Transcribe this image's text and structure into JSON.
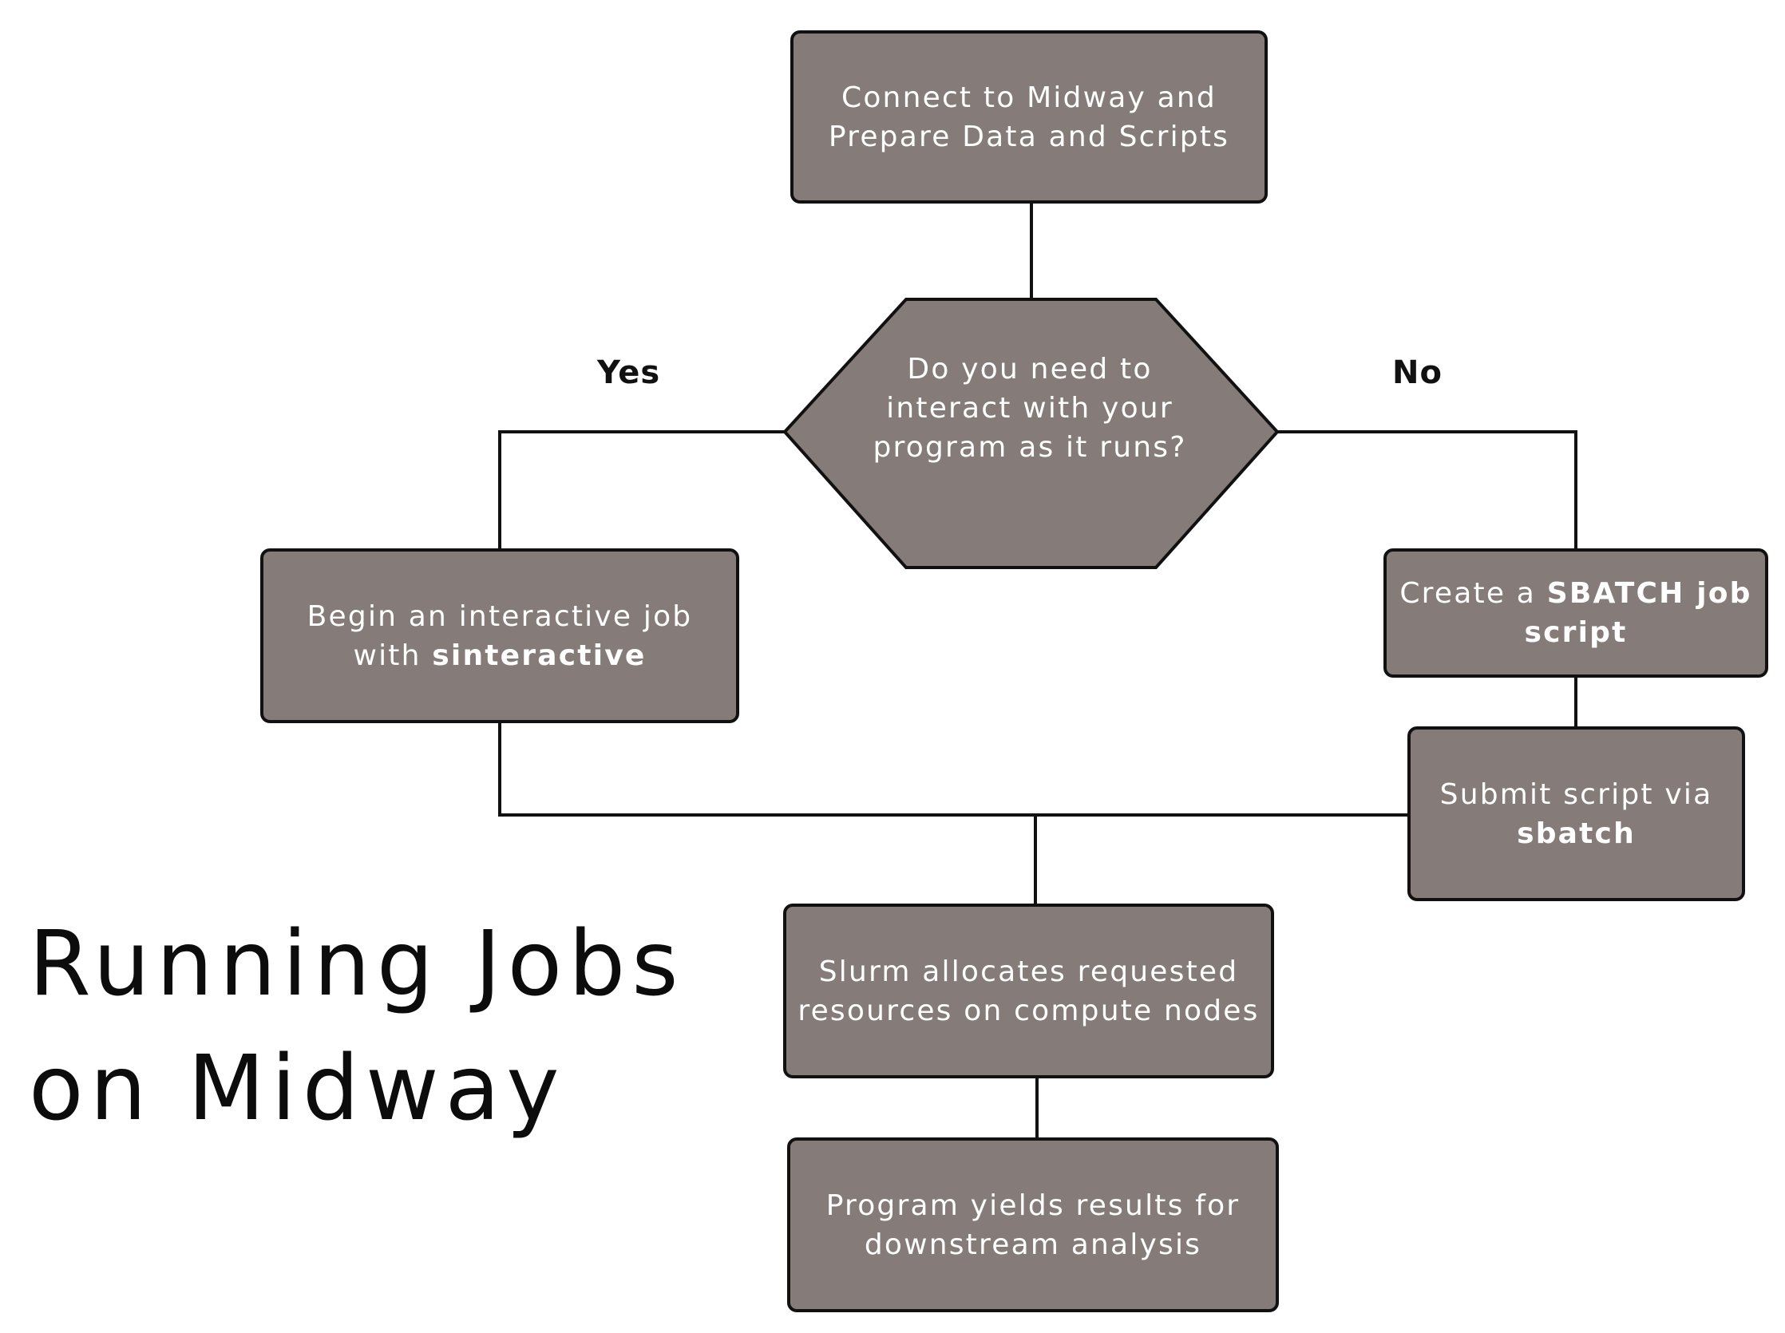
{
  "diagram": {
    "title_line1": "Running Jobs",
    "title_line2": "on Midway",
    "colors": {
      "node_fill": "#857b78",
      "node_border": "#111111",
      "node_text": "#ffffff",
      "connector": "#111111",
      "label_text": "#111111"
    },
    "nodes": {
      "connect": {
        "text": "Connect to Midway and Prepare Data and Scripts"
      },
      "decision": {
        "text": "Do you need to interact with your program as it runs?"
      },
      "interactive": {
        "text_before": "Begin an interactive job with ",
        "bold": "sinteractive"
      },
      "create_script": {
        "text_before": "Create a ",
        "bold": "SBATCH job script"
      },
      "submit_script": {
        "text_before": "Submit script via ",
        "bold": "sbatch"
      },
      "allocate": {
        "text": "Slurm allocates requested resources on compute nodes"
      },
      "results": {
        "text": "Program yields results for downstream analysis"
      }
    },
    "branch_labels": {
      "yes": "Yes",
      "no": "No"
    }
  }
}
